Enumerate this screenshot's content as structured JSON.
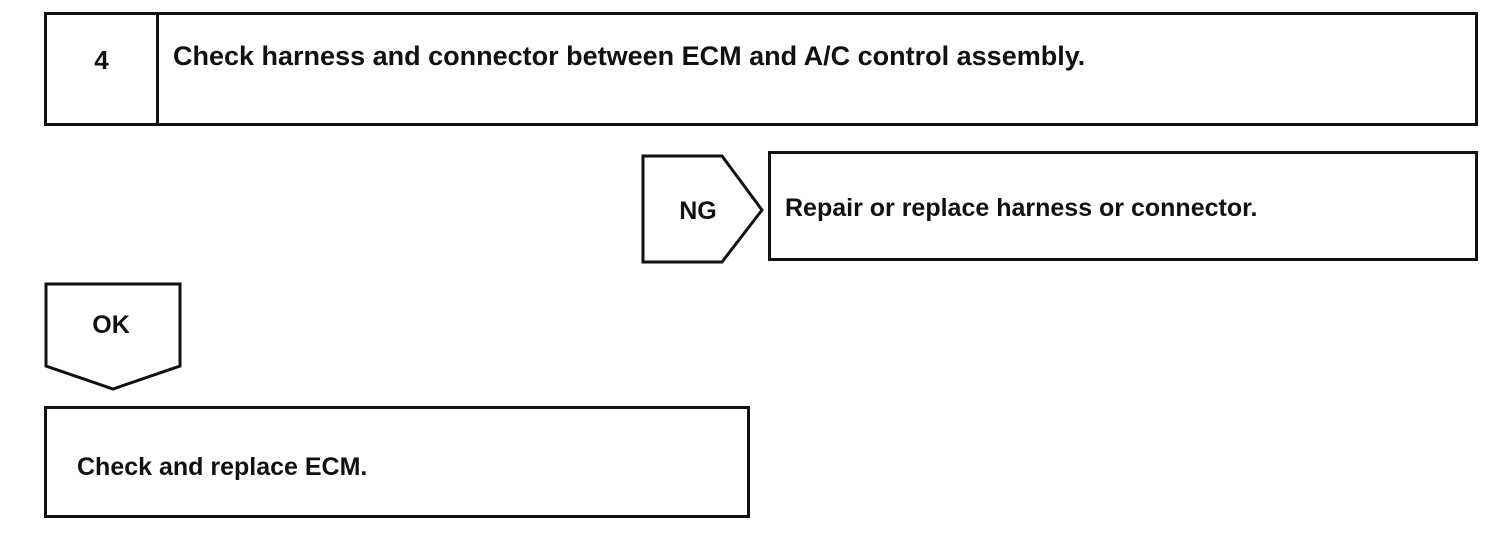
{
  "step": {
    "number": "4",
    "title": "Check harness and connector between ECM and A/C control assembly."
  },
  "ng_branch": {
    "label": "NG",
    "action": "Repair or replace harness or connector."
  },
  "ok_branch": {
    "label": "OK",
    "action": "Check and replace ECM."
  }
}
